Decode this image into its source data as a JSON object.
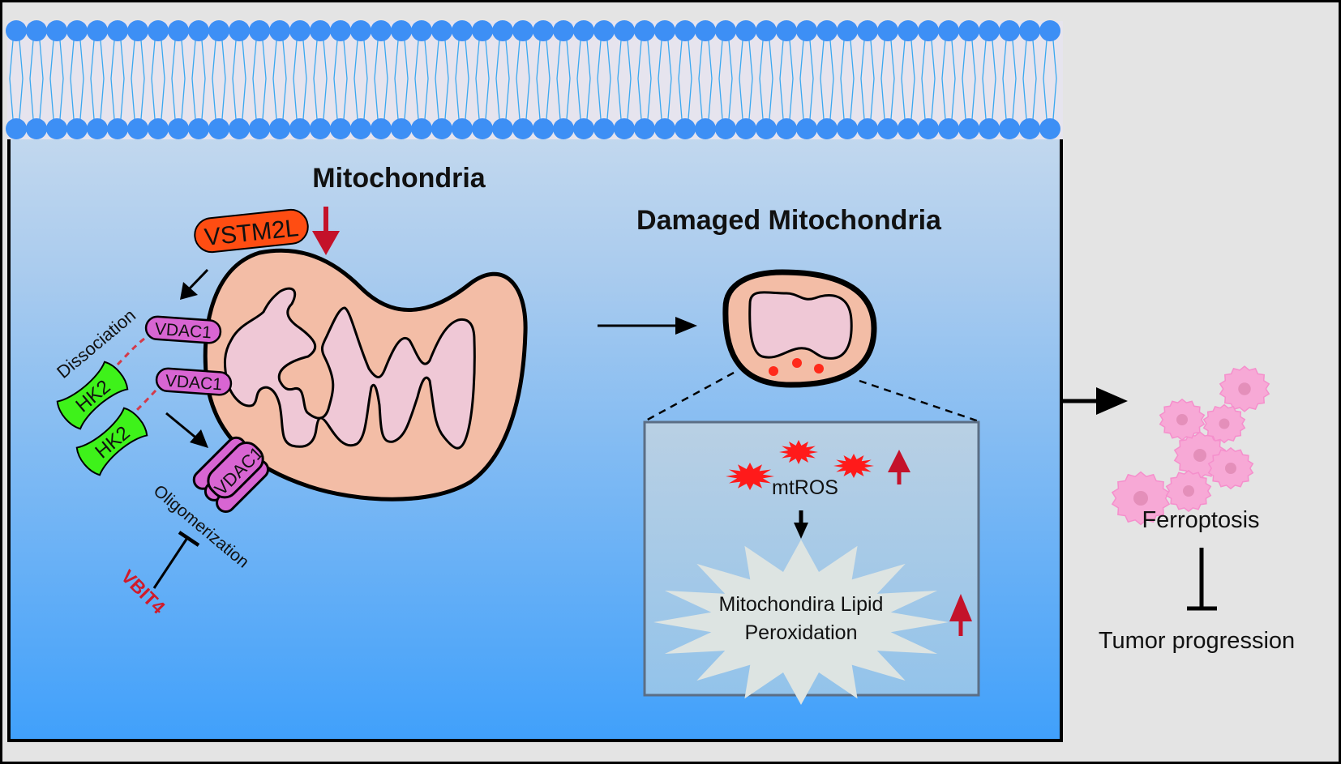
{
  "figure": {
    "title_mito": "Mitochondria",
    "title_damaged": "Damaged Mitochondria",
    "protein_vstm2l": "VSTM2L",
    "protein_vdac1_a": "VDAC1",
    "protein_vdac1_b": "VDAC1",
    "protein_vdac1_oligomer": "VDAC1",
    "protein_hk2_a": "HK2",
    "protein_hk2_b": "HK2",
    "label_dissociation": "Dissociation",
    "label_oligomerization": "Oligomerization",
    "inhibitor_vbit4": "VBIT4",
    "label_mtros": "mtROS",
    "lipid_line1": "Mitochondira Lipid",
    "lipid_line2": "Peroxidation",
    "label_ferroptosis": "Ferroptosis",
    "label_tumor": "Tumor progression"
  },
  "colors": {
    "background": "#e4e4e4",
    "membrane_head": "#3d8ff5",
    "membrane_tail": "#3aa8f0",
    "cell_top": "#d3dfeb",
    "cell_bottom": "#42a0fb",
    "mito_outer": "#f3bda6",
    "mito_inner": "#efc8d6",
    "vstm2l": "#ff4d12",
    "vdac1": "#d865d2",
    "hk2": "#3ef21a",
    "up_arrow": "#c4122a",
    "ros": "#ff1a1a",
    "inset_box": "#a8c8e4",
    "starburst": "#dde4e2",
    "ferroptosis_cell": "#f7a9d6"
  }
}
